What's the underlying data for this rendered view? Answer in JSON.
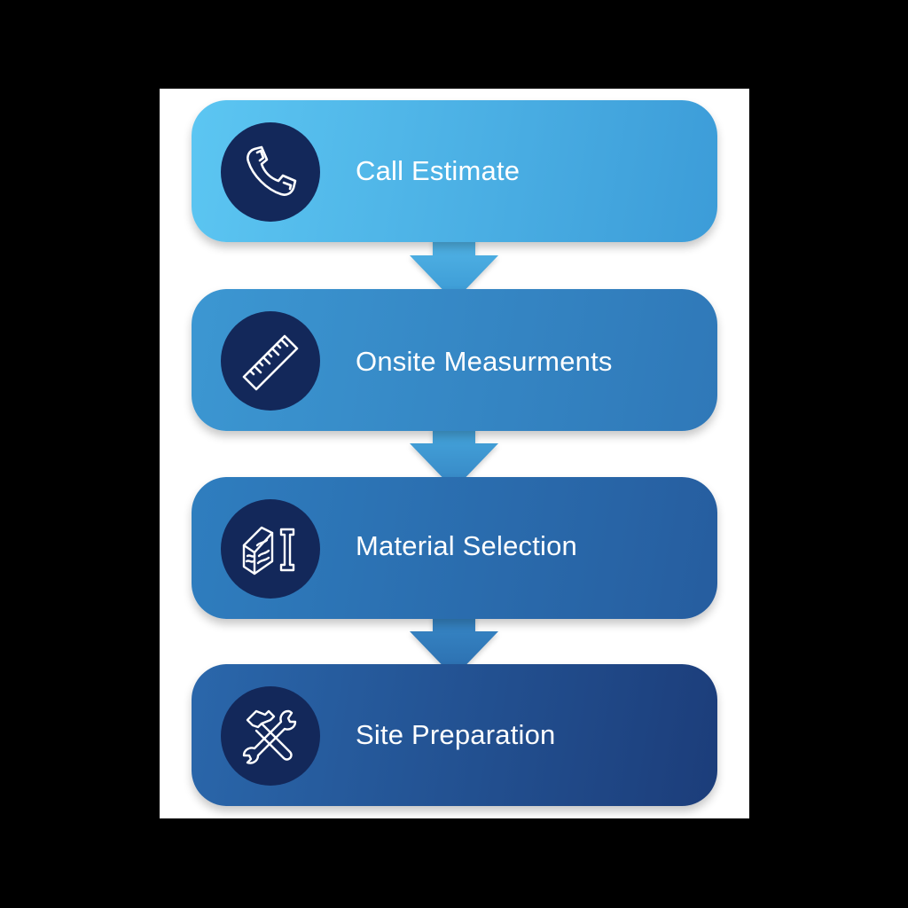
{
  "steps": [
    {
      "label": "Call Estimate",
      "icon": "phone-icon"
    },
    {
      "label": "Onsite Measurments",
      "icon": "ruler-icon"
    },
    {
      "label": "Material Selection",
      "icon": "material-icon"
    },
    {
      "label": "Site Preparation",
      "icon": "tools-icon"
    }
  ],
  "colors": {
    "background": "#000000",
    "panel": "#ffffff",
    "icon_circle": "#13285a",
    "step_1": "#4fb4e8",
    "step_2": "#3687c6",
    "step_3": "#2a6eae",
    "step_4": "#22508f",
    "text": "#ffffff"
  }
}
